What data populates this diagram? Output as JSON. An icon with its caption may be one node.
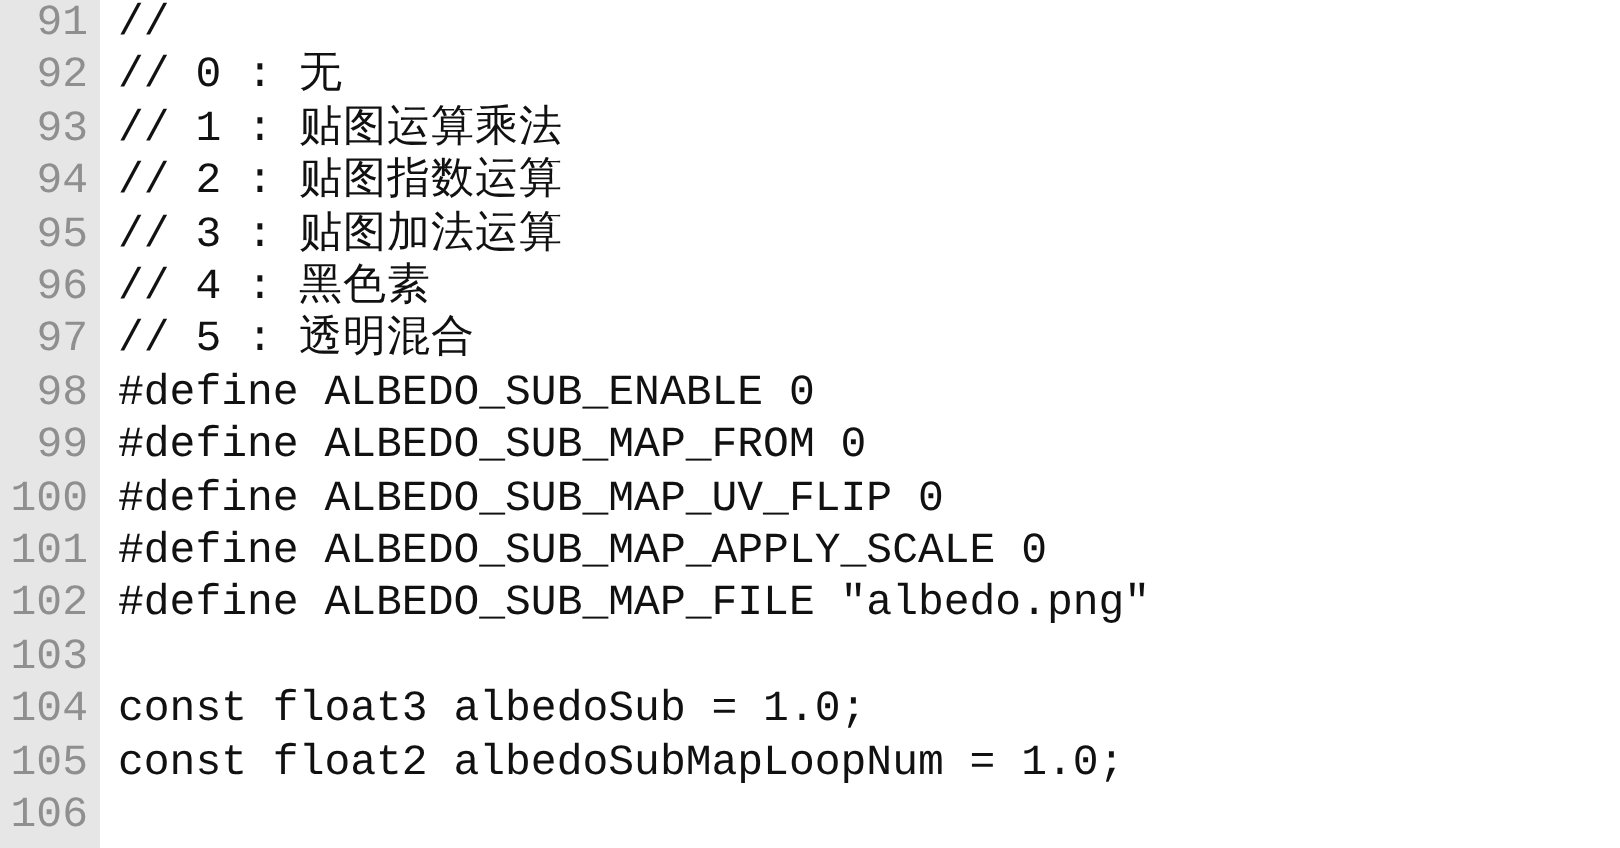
{
  "diagram": {
    "labels": [
      "91",
      "//",
      "92",
      "// 0 : 无",
      "93",
      "// 1 : 贴图运算乘法",
      "94",
      "// 2 : 贴图指数运算",
      "95",
      "// 3 : 贴图加法运算",
      "96",
      "// 4 : 黑色素",
      "97",
      "// 5 : 透明混合",
      "98",
      "#define ALBEDO_SUB_ENABLE 0",
      "99",
      "#define ALBEDO_SUB_MAP_FROM 0",
      "100",
      "#define ALBEDO_SUB_MAP_UV_FLIP 0",
      "101",
      "#define ALBEDO_SUB_MAP_APPLY_SCALE 0",
      "102",
      "#define ALBEDO_SUB_MAP_FILE \"albedo.png\"",
      "103",
      "104",
      "const float3 albedoSub = 1.0;",
      "105",
      "const float2 albedoSubMapLoopNum = 1.0;",
      "106"
    ]
  }
}
